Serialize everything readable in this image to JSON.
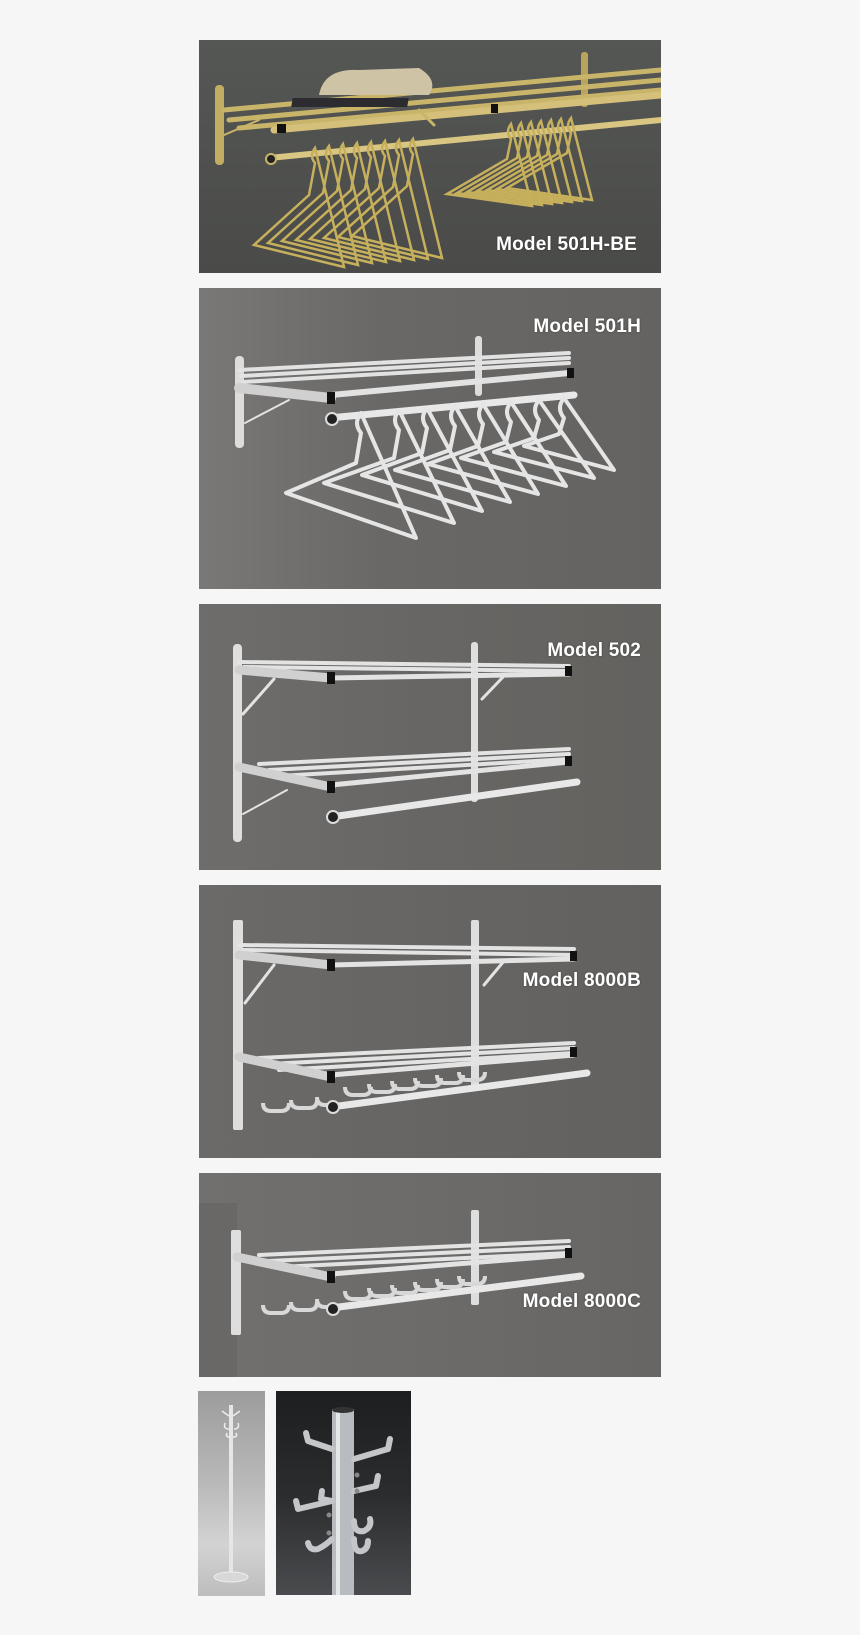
{
  "page": {
    "background": "#f6f6f6"
  },
  "products": [
    {
      "label": "Model 501H-BE",
      "finish": "brass",
      "description": "Single shelf hat and coat rack with hanger rod and hangers",
      "background": "#4a4c4a"
    },
    {
      "label": "Model 501H",
      "finish": "aluminum",
      "description": "Single shelf hat and coat rack with hanger rod and hangers",
      "background": "#6a6866"
    },
    {
      "label": "Model 502",
      "finish": "aluminum",
      "description": "Two shelf rack with hanger rod",
      "background": "#6a6866"
    },
    {
      "label": "Model 8000B",
      "finish": "aluminum",
      "description": "Two shelf rack with hook strip and hanger rod",
      "background": "#6a6866"
    },
    {
      "label": "Model 8000C",
      "finish": "aluminum",
      "description": "Single shelf rack with hook strip and hanger rod",
      "background": "#6f6d6b"
    }
  ],
  "thumbnails": [
    {
      "name": "coat-tree-full",
      "description": "Freestanding coat tree with round base"
    },
    {
      "name": "coat-tree-detail",
      "description": "Close-up of coat tree hooks"
    }
  ]
}
